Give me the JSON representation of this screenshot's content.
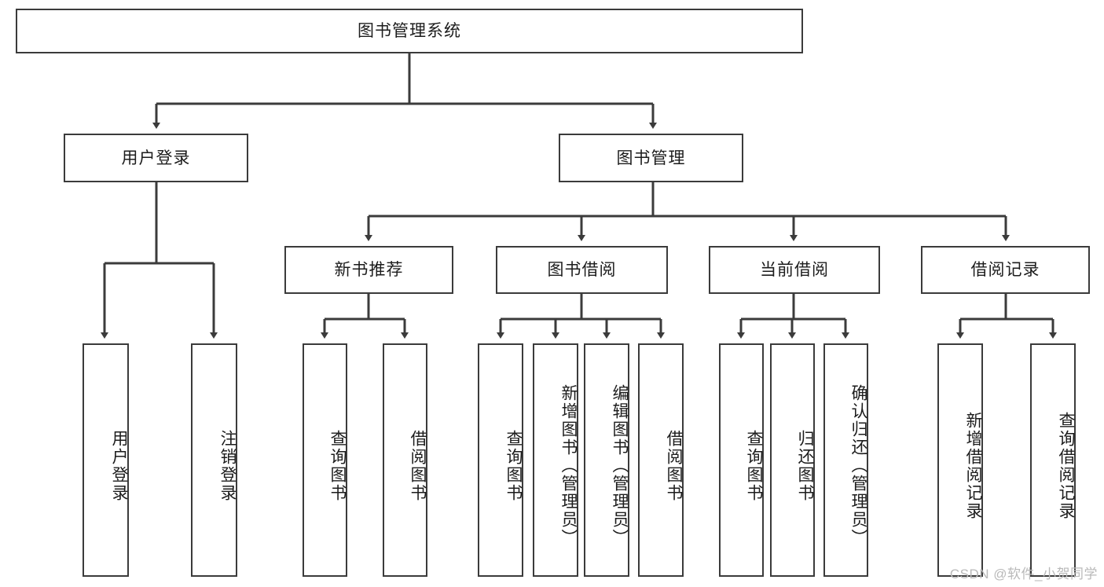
{
  "diagram": {
    "type": "tree-hierarchy-chart",
    "title": "图书管理系统",
    "line_color": "#3b3b3b",
    "box_fill": "#ffffff",
    "text_color": "#1c1c1c",
    "watermark": "CSDN @软件_小贺同学",
    "root": {
      "label": "图书管理系统"
    },
    "level2": [
      {
        "label": "用户登录"
      },
      {
        "label": "图书管理"
      }
    ],
    "level3": [
      {
        "label": "新书推荐"
      },
      {
        "label": "图书借阅"
      },
      {
        "label": "当前借阅"
      },
      {
        "label": "借阅记录"
      }
    ],
    "leaves": {
      "user_login": [
        {
          "label": "用户登录"
        },
        {
          "label": "注销登录"
        }
      ],
      "new_book": [
        {
          "label": "查询图书"
        },
        {
          "label": "借阅图书"
        }
      ],
      "book_borrow": [
        {
          "label": "查询图书"
        },
        {
          "label": "新增图书（管理员）"
        },
        {
          "label": "编辑图书（管理员）"
        },
        {
          "label": "借阅图书"
        }
      ],
      "current_borrow": [
        {
          "label": "查询图书"
        },
        {
          "label": "归还图书"
        },
        {
          "label": "确认归还（管理员）"
        }
      ],
      "borrow_record": [
        {
          "label": "新增借阅记录"
        },
        {
          "label": "查询借阅记录"
        }
      ]
    }
  }
}
